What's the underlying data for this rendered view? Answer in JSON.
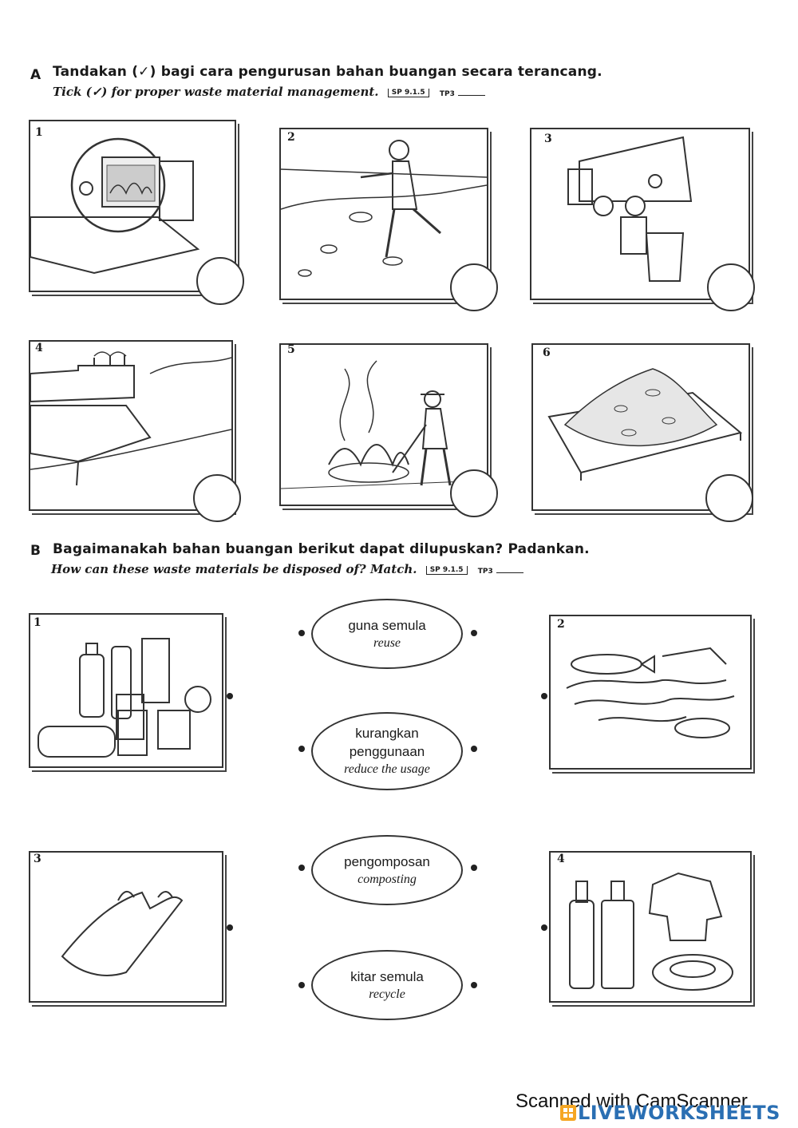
{
  "section_a": {
    "letter": "A",
    "instruction_ms": "Tandakan (✓) bagi cara pengurusan bahan buangan secara terancang.",
    "instruction_en": "Tick (✓) for proper waste material management.",
    "sp_tag": "SP 9.1.5",
    "tp_tag": "TP3",
    "panels": [
      {
        "number": "1",
        "icon": "incinerator-illustration"
      },
      {
        "number": "2",
        "icon": "boy-littering-illustration"
      },
      {
        "number": "3",
        "icon": "garbage-truck-illustration"
      },
      {
        "number": "4",
        "icon": "factory-polluting-river-illustration"
      },
      {
        "number": "5",
        "icon": "open-burning-illustration"
      },
      {
        "number": "6",
        "icon": "landfill-illustration"
      }
    ]
  },
  "section_b": {
    "letter": "B",
    "instruction_ms": "Bagaimanakah bahan buangan berikut dapat dilupuskan? Padankan.",
    "instruction_en": "How can these waste materials be disposed of? Match.",
    "sp_tag": "SP 9.1.5",
    "tp_tag": "TP3",
    "items": [
      {
        "number": "1",
        "icon": "bottles-and-cans-illustration"
      },
      {
        "number": "2",
        "icon": "food-waste-illustration"
      },
      {
        "number": "3",
        "icon": "plastic-bag-illustration"
      },
      {
        "number": "4",
        "icon": "bottles-clothes-tyre-illustration"
      }
    ],
    "options": [
      {
        "ms": "guna semula",
        "en": "reuse"
      },
      {
        "ms": "kurangkan penggunaan",
        "en": "reduce the usage"
      },
      {
        "ms": "pengomposan",
        "en": "composting"
      },
      {
        "ms": "kitar semula",
        "en": "recycle"
      }
    ]
  },
  "footer": {
    "scanner": "Scanned with CamScanner",
    "brand": "LIVEWORKSHEETS"
  }
}
